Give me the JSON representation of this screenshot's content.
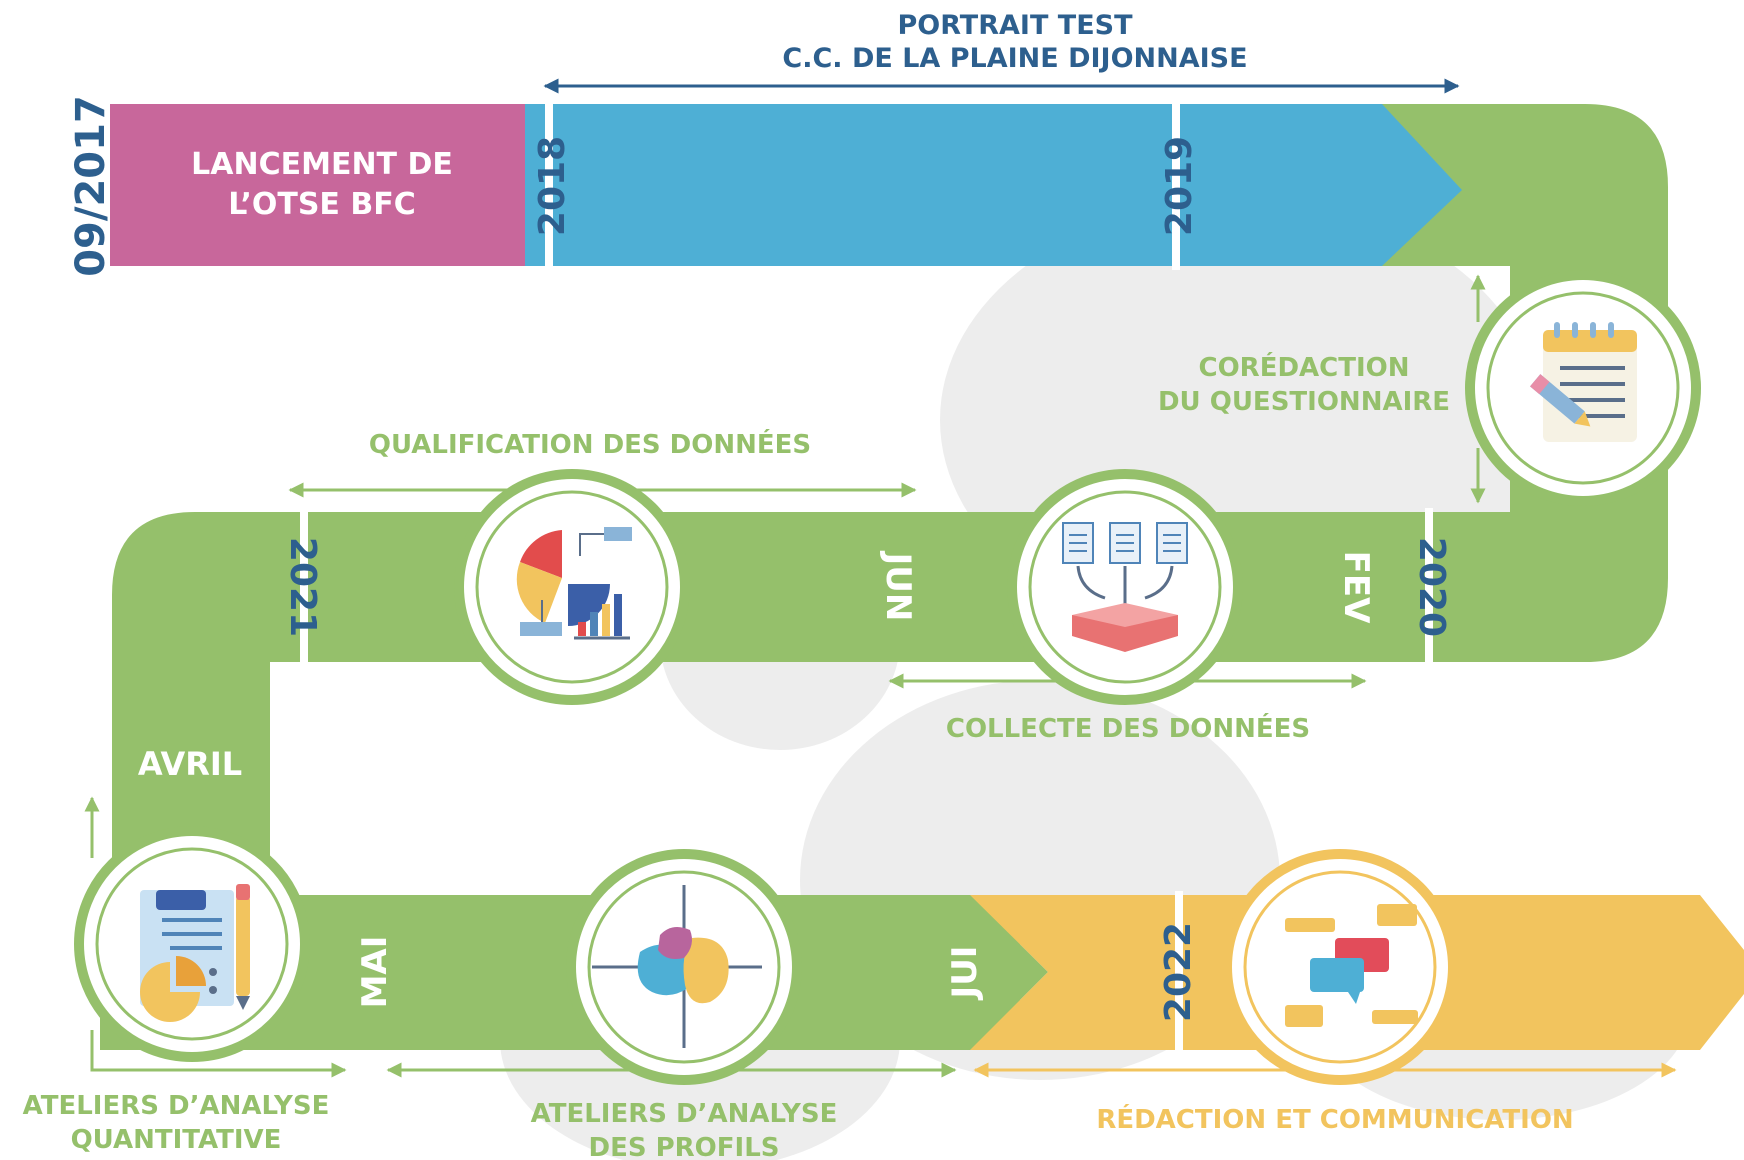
{
  "header": {
    "line1": "PORTRAIT TEST",
    "line2": "C.C. DE LA PLAINE DIJONNAISE"
  },
  "launch": {
    "date": "09/2017",
    "line1": "LANCEMENT DE",
    "line2": "L’OTSE BFC"
  },
  "years": {
    "y2018": "2018",
    "y2019": "2019",
    "y2020": "2020",
    "y2021": "2021",
    "y2022": "2022"
  },
  "months": {
    "fev": "FEV",
    "jun": "JUN",
    "avril": "AVRIL",
    "mai": "MAI",
    "jui": "JUI"
  },
  "steps": {
    "coredaction": {
      "line1": "CORÉDACTION",
      "line2": "DU QUESTIONNAIRE",
      "icon": "notepad-pencil-icon"
    },
    "collecte": {
      "line1": "COLLECTE DES DONNÉES",
      "icon": "data-merge-icon"
    },
    "qualification": {
      "line1": "QUALIFICATION DES DONNÉES",
      "icon": "charts-analysis-icon"
    },
    "quantitative": {
      "line1": "ATELIERS D’ANALYSE",
      "line2": "QUANTITATIVE",
      "icon": "report-clipboard-icon"
    },
    "profils": {
      "line1": "ATELIERS D’ANALYSE",
      "line2": "DES PROFILS",
      "icon": "quadrant-map-icon"
    },
    "redaction": {
      "line1": "RÉDACTION ET COMMUNICATION",
      "icon": "chat-bubbles-icon"
    }
  },
  "colors": {
    "pink": "#C8679B",
    "blue": "#4EAFD5",
    "green": "#95C06B",
    "yellow": "#F2C45E",
    "navy": "#2D5F8E",
    "watermark": "#EDEDED"
  }
}
